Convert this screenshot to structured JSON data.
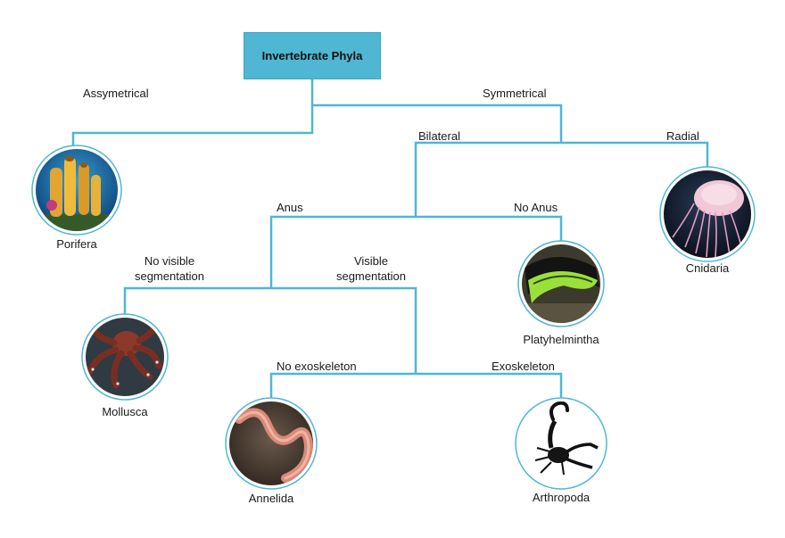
{
  "root": {
    "title": "Invertebrate Phyla"
  },
  "branches": {
    "asymmetrical": "Assymetrical",
    "symmetrical": "Symmetrical",
    "bilateral": "Bilateral",
    "radial": "Radial",
    "anus": "Anus",
    "no_anus": "No Anus",
    "no_visible_seg_1": "No visible",
    "no_visible_seg_2": "segmentation",
    "visible_seg_1": "Visible",
    "visible_seg_2": "segmentation",
    "no_exoskeleton": "No exoskeleton",
    "exoskeleton": "Exoskeleton"
  },
  "phyla": {
    "porifera": {
      "name": "Porifera",
      "icon": "sea-sponge-photo"
    },
    "cnidaria": {
      "name": "Cnidaria",
      "icon": "jellyfish-photo"
    },
    "platyhelmintha": {
      "name": "Platyhelmintha",
      "icon": "flatworm-photo"
    },
    "mollusca": {
      "name": "Mollusca",
      "icon": "octopus-photo"
    },
    "annelida": {
      "name": "Annelida",
      "icon": "earthworm-photo"
    },
    "arthropoda": {
      "name": "Arthropoda",
      "icon": "scorpion-photo"
    }
  },
  "colors": {
    "connector": "#4fb7d3",
    "root_fill": "#4fb7d3",
    "ring": "#4fb7d3"
  }
}
